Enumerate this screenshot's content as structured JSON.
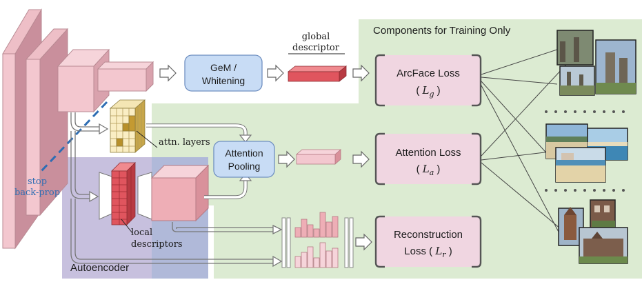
{
  "regions": {
    "training_title": "Components for Training Only",
    "autoencoder_label": "Autoencoder"
  },
  "labels": {
    "global_descriptor": [
      "global",
      "descriptor"
    ],
    "attn_layers": "attn. layers",
    "local_descriptors": [
      "local",
      "descriptors"
    ],
    "stop_backprop": [
      "stop",
      "back-prop"
    ]
  },
  "blocks": {
    "gem": [
      "GeM /",
      "Whitening"
    ],
    "attention_pooling": [
      "Attention",
      "Pooling"
    ]
  },
  "losses": {
    "arcface": {
      "name": "ArcFace Loss",
      "symbol": "L",
      "sub": "g"
    },
    "attention": {
      "name": "Attention Loss",
      "symbol": "L",
      "sub": "a"
    },
    "reconstruction": {
      "name": [
        "Reconstruction",
        "Loss ("
      ],
      "symbol": "L",
      "sub": "r"
    }
  },
  "image_groups": [
    "statues",
    "beach",
    "buildings"
  ],
  "colors": {
    "training_bg": "#dcebd2",
    "autoencoder_bg": "#c7c0de",
    "autoencoder_overlap": "#b0b9d9",
    "loss_box": "#f0d6e1",
    "block_blue": "#c8dcf5",
    "block_blue_stroke": "#6f8fc1",
    "cnn_pink": "#f3c7cf",
    "descriptor_red": "#e0555e",
    "stop_line": "#2e6db3"
  }
}
